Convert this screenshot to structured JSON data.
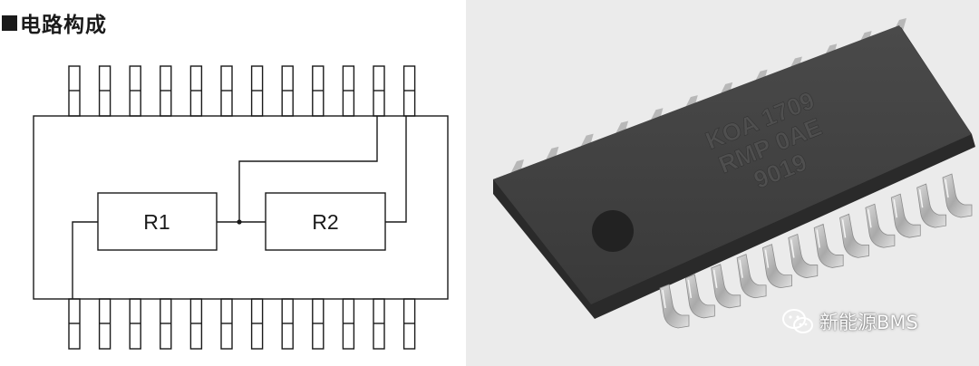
{
  "header": {
    "title": "电路构成"
  },
  "diagram": {
    "resistors": [
      {
        "label": "R1"
      },
      {
        "label": "R2"
      }
    ]
  },
  "photo": {
    "marking_lines": [
      "KOA 1709",
      "RMP 0AE",
      "9019"
    ]
  },
  "watermark": {
    "text": "新能源BMS",
    "icon": "wechat-icon"
  },
  "colors": {
    "line": "#1a1a1a",
    "photo_bg": "#ebebeb",
    "chip_body": "#3d3d3d"
  }
}
